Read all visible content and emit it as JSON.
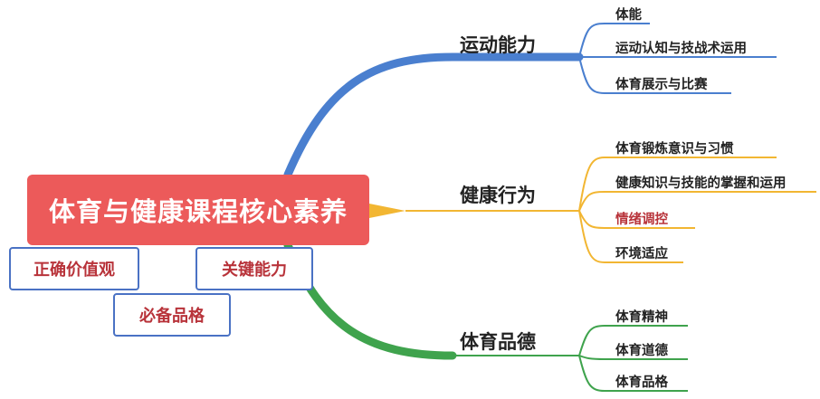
{
  "central": "体育与健康课程核心素养",
  "tags": [
    "正确价值观",
    "关键能力",
    "必备品格"
  ],
  "branches": [
    {
      "label": "运动能力",
      "color": "#4a7fcf",
      "leaves": [
        "体能",
        "运动认知与技战术运用",
        "体育展示与比赛"
      ]
    },
    {
      "label": "健康行为",
      "color": "#f2b632",
      "leaves": [
        "体育锻炼意识与习惯",
        "健康知识与技能的掌握和运用",
        "情绪调控",
        "环境适应"
      ],
      "highlight": "情绪调控"
    },
    {
      "label": "体育品德",
      "color": "#3fa34d",
      "leaves": [
        "体育精神",
        "体育道德",
        "体育品格"
      ]
    }
  ]
}
